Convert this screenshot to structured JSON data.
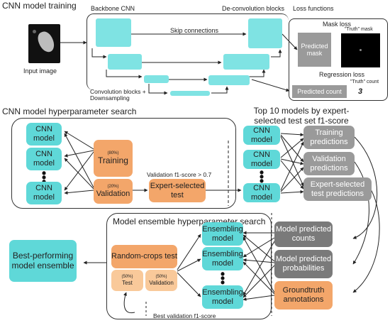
{
  "sections": {
    "cnn_training": "CNN model training",
    "hyperparam": "CNN model hyperparameter search",
    "top10": "Top 10 models by expert-selected test set f1-score",
    "ensemble_search": "Model ensemble hyperparameter search"
  },
  "training": {
    "input_image_label": "Input image",
    "backbone_label": "Backbone CNN",
    "deconv_label": "De-convolution blocks",
    "loss_label": "Loss functions",
    "skip_label": "Skip connections",
    "conv_label": "Convolution blocks + Downsampling",
    "mask_loss_label": "Mask loss",
    "predicted_mask": "Predicted mask",
    "truth_mask_label": "\"Truth\" mask",
    "regression_loss_label": "Regression loss",
    "predicted_count": "Predicted count",
    "truth_count_label": "\"Truth\" count",
    "truth_count_value": "3"
  },
  "hyper": {
    "cnn_label": "CNN model",
    "training_pct": "(80%)",
    "training_label": "Training",
    "validation_pct": "(20%)",
    "validation_label": "Validation",
    "val_threshold": "Validation f1-score > 0.7",
    "expert_label": "Expert-selected test"
  },
  "top10": {
    "cnn_label": "CNN model",
    "training_pred": "Training predictions",
    "validation_pred": "Validation predictions",
    "expert_pred": "Expert-selected test predictions"
  },
  "ensemble": {
    "random_crops": "Random-crops test",
    "test_pct": "(50%)",
    "test_label": "Test",
    "val_pct": "(50%)",
    "val_label": "Validation",
    "ensembling_label": "Ensembling model",
    "pred_counts": "Model predicted counts",
    "pred_probs": "Model predicted probabilities",
    "groundtruth": "Groundtruth annotations",
    "best_val": "Best validation f1-score",
    "best_ensemble": "Best-performing model ensemble"
  },
  "colors": {
    "cyan": "#5fd8d8",
    "light_cyan": "#7fe3e3",
    "orange": "#f3a66a",
    "light_orange": "#f9c99a",
    "gray": "#9a9a9a"
  }
}
